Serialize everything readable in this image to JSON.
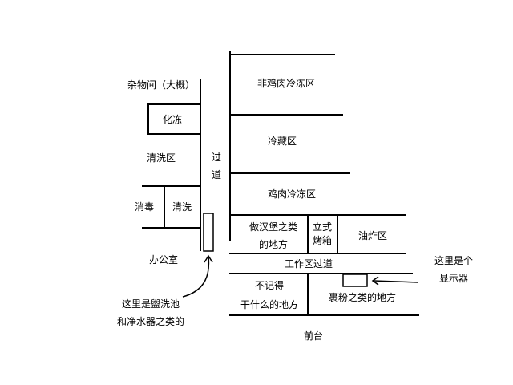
{
  "diagram": {
    "colors": {
      "ink": "#000000",
      "background": "#ffffff"
    },
    "rooms": {
      "storage": "杂物间（大概）",
      "thaw": "化冻",
      "washing": "清洗区",
      "disinfect": "消毒",
      "clean": "清洗",
      "office": "办公室",
      "corridor_line1": "过",
      "corridor_line2": "道",
      "non_chicken_freezer": "非鸡肉冷冻区",
      "cold_storage": "冷藏区",
      "chicken_freezer": "鸡肉冷冻区",
      "burger_line1": "做汉堡之类",
      "burger_line2": "的地方",
      "oven_line1": "立式",
      "oven_line2": "烤箱",
      "fryer": "油炸区",
      "work_corridor": "工作区过道",
      "unknown_line1": "不记得",
      "unknown_line2": "干什么的地方",
      "breading": "裹粉之类的地方",
      "front_desk": "前台"
    },
    "annotations": {
      "monitor_line1": "这里是个",
      "monitor_line2": "显示器",
      "sink_line1": "这里是盥洗池",
      "sink_line2": "和净水器之类的"
    }
  }
}
